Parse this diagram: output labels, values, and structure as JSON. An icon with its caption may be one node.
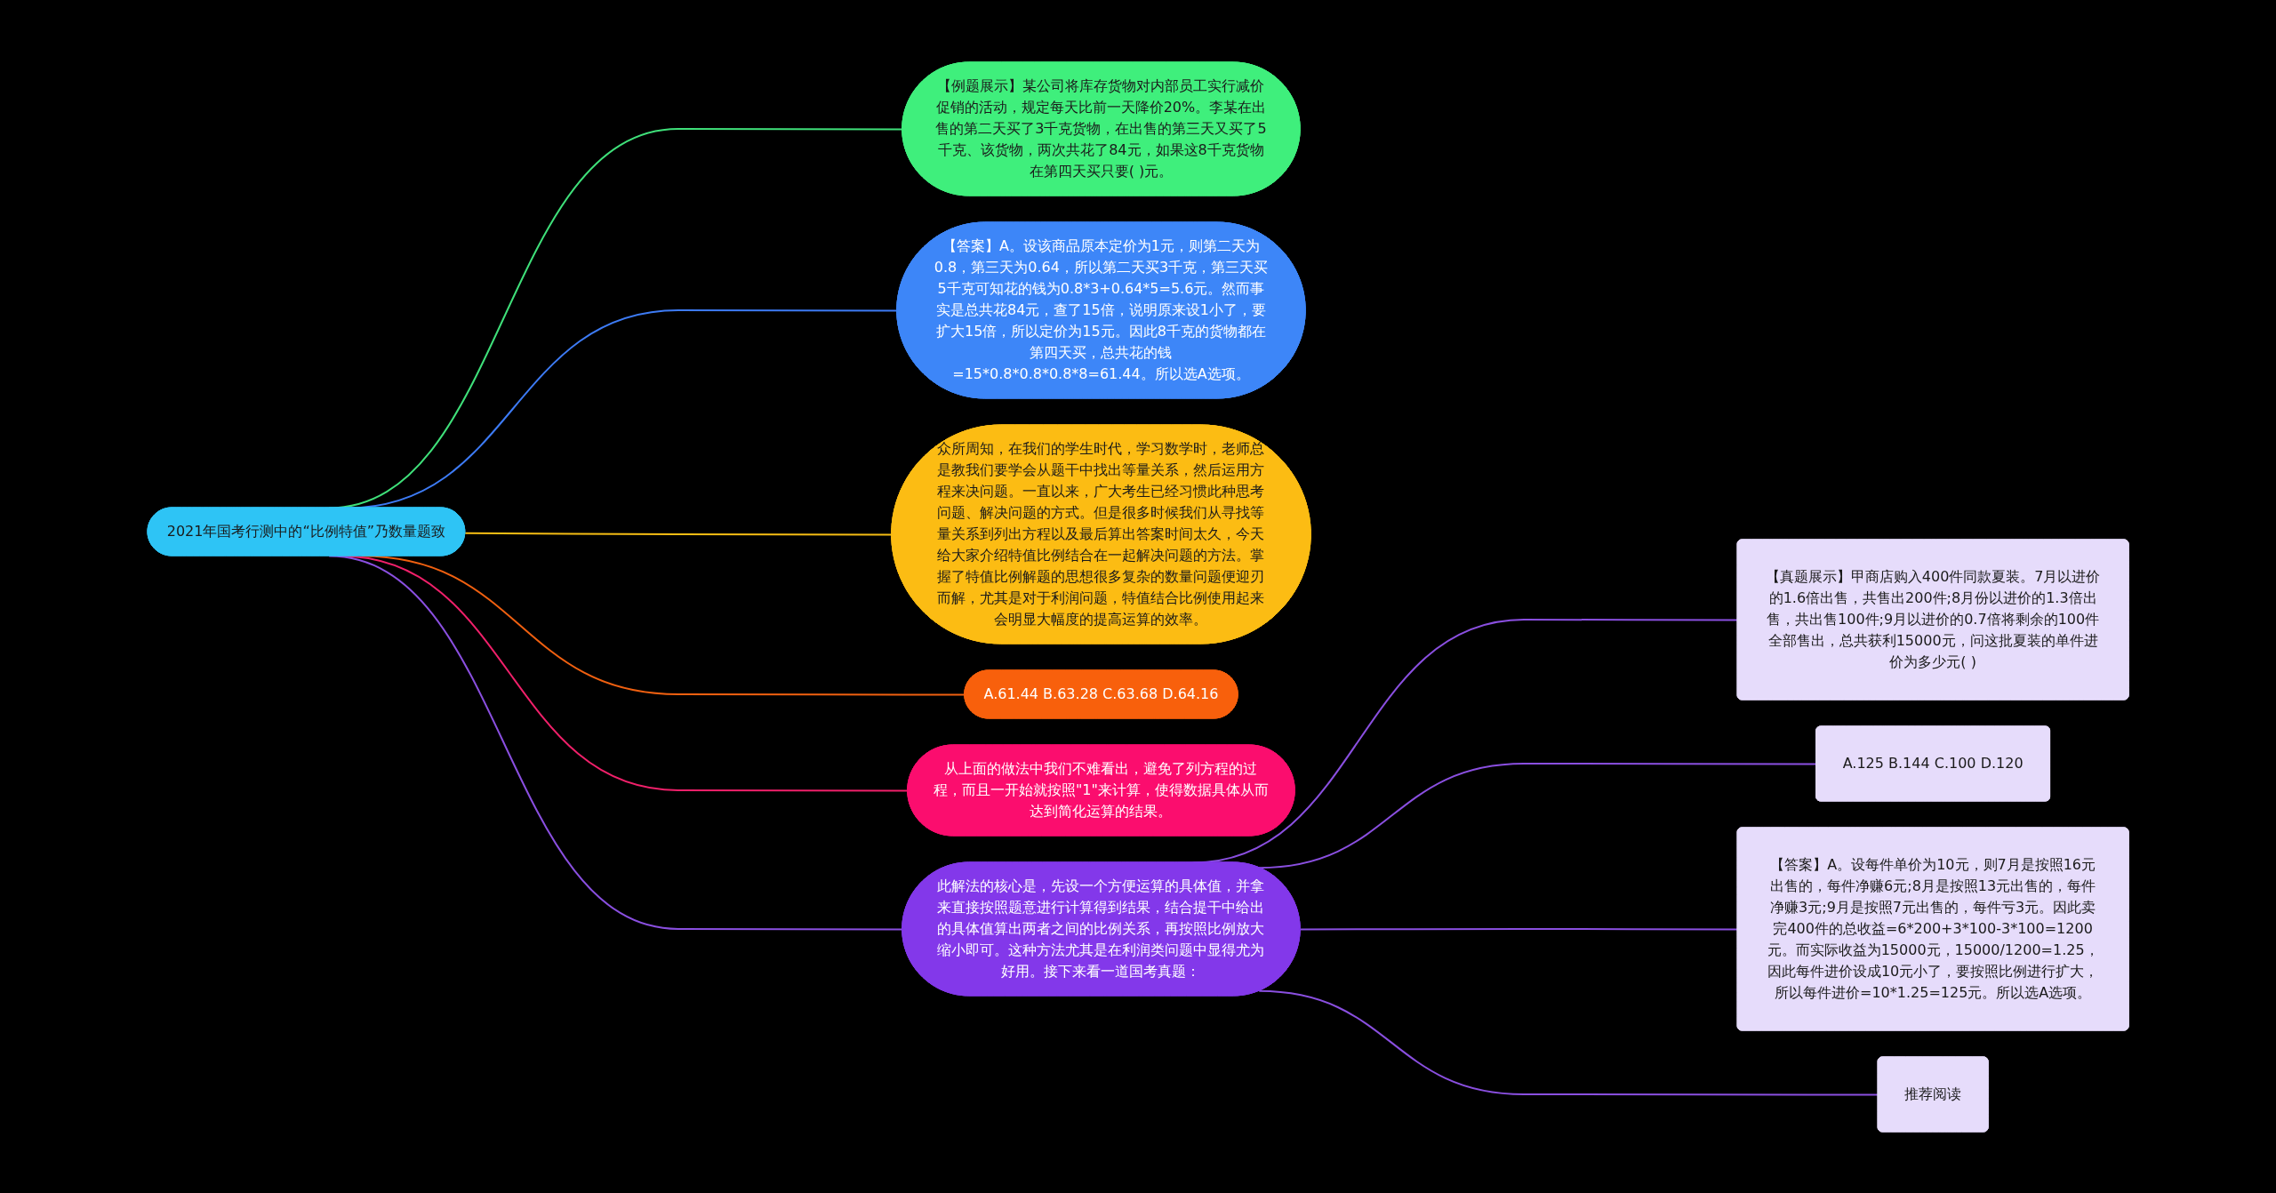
{
  "diagram": {
    "nodes": [
      {
        "text": [
          "2021年国考行测中的“比例特值”乃数量题致"
        ]
      },
      {
        "text": [
          "【例题展示】某公司将库存货物对内部员工实行减价促销的活动，规定每天比前一天降价20%。李某在出售的第二天买了3千克货物，在出售的第三天又买了5千克、该货物，两次共花了84元，如果这8千克货物在第四天买只要( )元。"
        ]
      },
      {
        "text": [
          "【答案】A。设该商品原本定价为1元，则第二天为0.8，第三天为0.64，所以第二天买3千克，第三天买5千克可知花的钱为0.8*3+0.64*5=5.6元。然而事实是总共花84元，查了15倍，说明原来设1小了，要扩大15倍，所以定价为15元。因此8千克的货物都在第四天买，总共花的钱=15*0.8*0.8*0.8*8=61.44。所以选A选项。"
        ]
      },
      {
        "text": [
          "众所周知，在我们的学生时代，学习数学时，老师总是教我们要学会从题干中找出等量关系，然后运用方程来决问题。一直以来，广大考生已经习惯此种思考问题、解决问题的方式。但是很多时候我们从寻找等量关系到列出方程以及最后算出答案时间太久，今天给大家介绍特值比例结合在一起解决问题的方法。掌握了特值比例解题的思想很多复杂的数量问题便迎刃而解，尤其是对于利润问题，特值结合比例使用起来会明显大幅度的提高运算的效率。"
        ]
      },
      {
        "text": [
          "A.61.44 B.63.28 C.63.68 D.64.16"
        ]
      },
      {
        "text": [
          "从上面的做法中我们不难看出，避免了列方程的过程，而且一开始就按照\"1\"来计算，使得数据具体从而达到简化运算的结果。"
        ]
      },
      {
        "text": [
          "此解法的核心是，先设一个方便运算的具体值，并拿来直接按照题意进行计算得到结果，结合提干中给出的具体值算出两者之间的比例关系，再按照比例放大缩小即可。这种方法尤其是在利润类问题中显得尤为好用。接下来看一道国考真题："
        ]
      },
      {
        "text": [
          "【真题展示】甲商店购入400件同款夏装。7月以进价的1.6倍出售，共售出200件;8月份以进价的1.3倍出售，共出售100件;9月以进价的0.7倍将剩余的100件全部售出，总共获利15000元，问这批夏装的单件进价为多少元( )"
        ]
      },
      {
        "text": [
          "A.125 B.144 C.100 D.120"
        ]
      },
      {
        "text": [
          "【答案】A。设每件单价为10元，则7月是按照16元出售的，每件净赚6元;8月是按照13元出售的，每件净赚3元;9月是按照7元出售的，每件亏3元。因此卖完400件的总收益=6*200+3*100-3*100=1200元。而实际收益为15000元，15000/1200=1.25，因此每件进价设成10元小了，要按照比例进行扩大，所以每件进价=10*1.25=125元。所以选A选项。"
        ]
      },
      {
        "text": [
          "推荐阅读"
        ]
      }
    ],
    "edges": [
      {
        "from": 0,
        "to": 1,
        "arrow": "none",
        "color": "#3fe07a"
      },
      {
        "from": 0,
        "to": 2,
        "arrow": "none",
        "color": "#3d7bf5"
      },
      {
        "from": 0,
        "to": 3,
        "arrow": "none",
        "color": "#f5bd14"
      },
      {
        "from": 0,
        "to": 4,
        "arrow": "none",
        "color": "#f06010"
      },
      {
        "from": 0,
        "to": 5,
        "arrow": "none",
        "color": "#f0206a"
      },
      {
        "from": 0,
        "to": 6,
        "arrow": "none"
      },
      {
        "from": 6,
        "to": 7,
        "arrow": "none"
      },
      {
        "from": 6,
        "to": 8,
        "arrow": "none"
      },
      {
        "from": 6,
        "to": 9,
        "arrow": "none"
      },
      {
        "from": 6,
        "to": 10,
        "arrow": "none"
      }
    ]
  }
}
